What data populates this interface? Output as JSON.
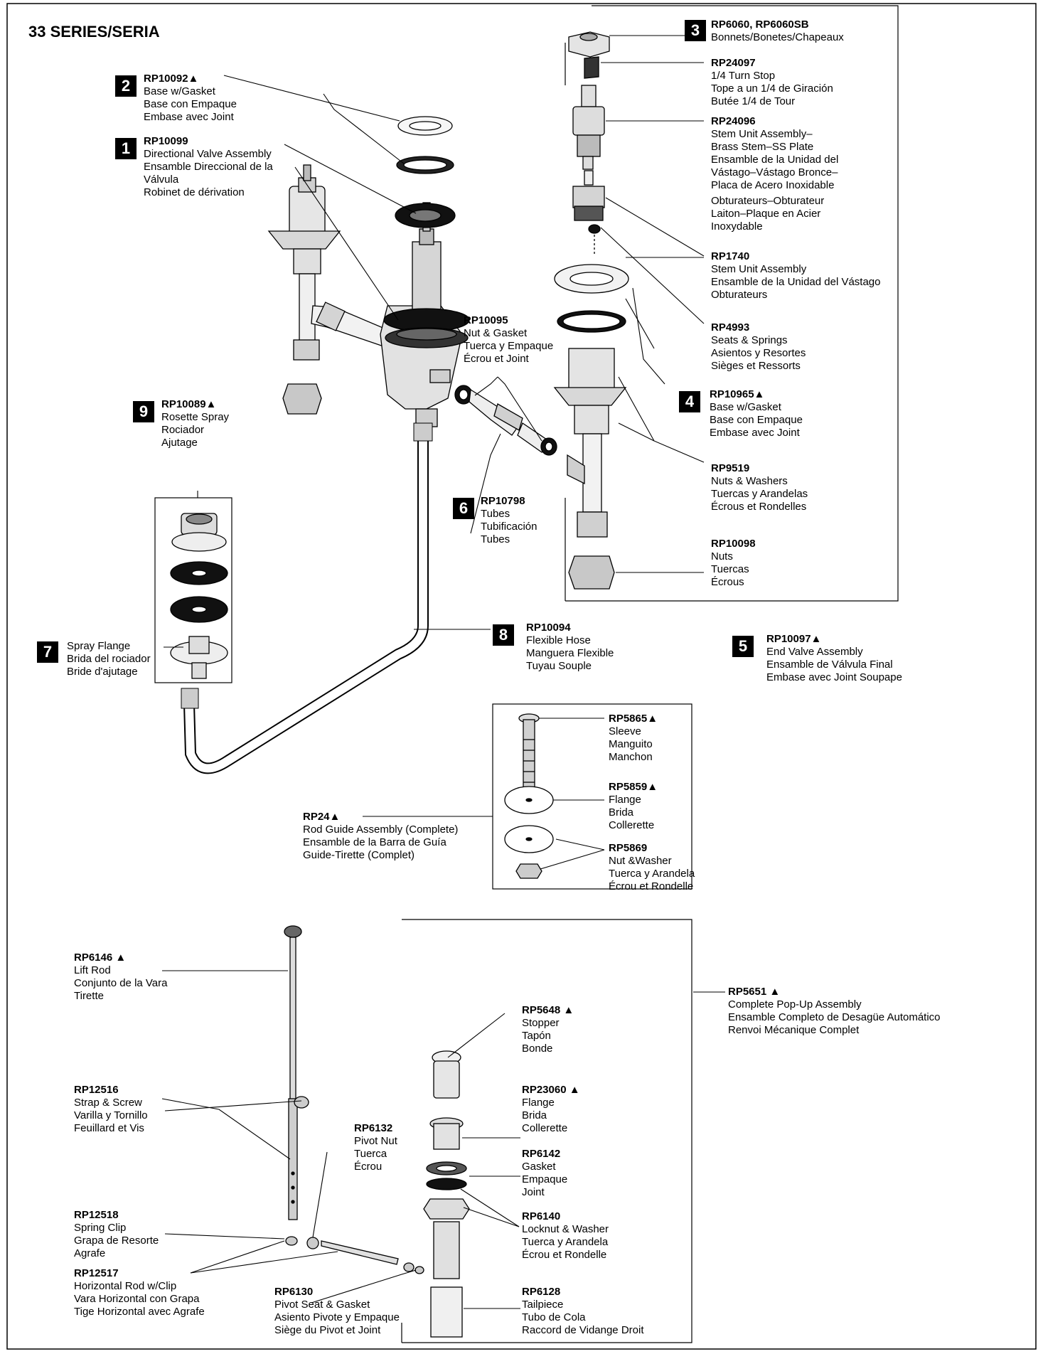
{
  "title": "33 SERIES/SERIA",
  "parts": [
    {
      "id": "p3",
      "num": "3",
      "pn": "RP6060, RP6060SB",
      "lines": [
        "Bonnets/Bonetes/Chapeaux"
      ]
    },
    {
      "id": "p24097",
      "num": "",
      "pn": "RP24097",
      "lines": [
        "1/4 Turn Stop",
        "Tope a un 1/4 de Giración",
        "Butée 1/4 de Tour"
      ]
    },
    {
      "id": "p24096",
      "num": "",
      "pn": "RP24096",
      "lines": [
        "Stem Unit Assembly–",
        "Brass Stem–SS Plate",
        "Ensamble de la Unidad del",
        "Vástago–Vástago Bronce–",
        "Placa de Acero Inoxidable",
        "Obturateurs–Obturateur",
        "Laiton–Plaque en Acier",
        "Inoxydable"
      ]
    },
    {
      "id": "p1740",
      "num": "",
      "pn": "RP1740",
      "lines": [
        "Stem Unit Assembly",
        "Ensamble de la Unidad del Vástago",
        "Obturateurs"
      ]
    },
    {
      "id": "p4993",
      "num": "",
      "pn": "RP4993",
      "lines": [
        "Seats & Springs",
        "Asientos y Resortes",
        "Sièges et Ressorts"
      ]
    },
    {
      "id": "p2",
      "num": "2",
      "pn": "RP10092▲",
      "lines": [
        "Base w/Gasket",
        "Base con Empaque",
        "Embase avec Joint"
      ]
    },
    {
      "id": "p1",
      "num": "1",
      "pn": "RP10099",
      "lines": [
        "Directional Valve Assembly",
        "Ensamble Direccional de la",
        "Válvula",
        "Robinet de dérivation"
      ]
    },
    {
      "id": "p10095",
      "num": "",
      "pn": "RP10095",
      "lines": [
        "Nut & Gasket",
        "Tuerca y Empaque",
        "Écrou et Joint"
      ]
    },
    {
      "id": "p4",
      "num": "4",
      "pn": "RP10965▲",
      "lines": [
        "Base w/Gasket",
        "Base con Empaque",
        "Embase avec Joint"
      ]
    },
    {
      "id": "p9519",
      "num": "",
      "pn": "RP9519",
      "lines": [
        "Nuts & Washers",
        "Tuercas y Arandelas",
        "Écrous et Rondelles"
      ]
    },
    {
      "id": "p9",
      "num": "9",
      "pn": "RP10089▲",
      "lines": [
        "Rosette Spray",
        "Rociador",
        "Ajutage"
      ]
    },
    {
      "id": "p6",
      "num": "6",
      "pn": "RP10798",
      "lines": [
        "Tubes",
        "Tubificación",
        "Tubes"
      ]
    },
    {
      "id": "p10098",
      "num": "",
      "pn": "RP10098",
      "lines": [
        "Nuts",
        "Tuercas",
        "Écrous"
      ]
    },
    {
      "id": "p5",
      "num": "5",
      "pn": "RP10097▲",
      "lines": [
        "End Valve Assembly",
        "Ensamble de Válvula Final",
        "Embase avec Joint Soupape"
      ]
    },
    {
      "id": "p8",
      "num": "8",
      "pn": "RP10094",
      "lines": [
        "Flexible Hose",
        "Manguera Flexible",
        "Tuyau Souple"
      ]
    },
    {
      "id": "p7",
      "num": "7",
      "pn": "",
      "lines": [
        "Spray Flange",
        "Brida del rociador",
        "Bride d'ajutage"
      ]
    },
    {
      "id": "p5865",
      "num": "",
      "pn": "RP5865▲",
      "lines": [
        "Sleeve",
        "Manguito",
        "Manchon"
      ]
    },
    {
      "id": "p5859",
      "num": "",
      "pn": "RP5859▲",
      "lines": [
        "Flange",
        "Brida",
        "Collerette"
      ]
    },
    {
      "id": "p24",
      "num": "",
      "pn": "RP24▲",
      "lines": [
        "Rod Guide Assembly (Complete)",
        "Ensamble de la Barra de Guía",
        "Guide-Tirette (Complet)"
      ]
    },
    {
      "id": "p5869",
      "num": "",
      "pn": "RP5869",
      "lines": [
        "Nut &Washer",
        "Tuerca y Arandela",
        "Écrou et Rondelle"
      ]
    },
    {
      "id": "p6146",
      "num": "",
      "pn": "RP6146 ▲",
      "lines": [
        "Lift Rod",
        "Conjunto de la Vara",
        "Tirette"
      ]
    },
    {
      "id": "p5651",
      "num": "",
      "pn": "RP5651 ▲",
      "lines": [
        "Complete Pop-Up Assembly",
        "Ensamble Completo de Desagüe Automático",
        "Renvoi Mécanique Complet"
      ]
    },
    {
      "id": "p5648",
      "num": "",
      "pn": "RP5648 ▲",
      "lines": [
        "Stopper",
        "Tapón",
        "Bonde"
      ]
    },
    {
      "id": "p12516",
      "num": "",
      "pn": "RP12516",
      "lines": [
        "Strap & Screw",
        "Varilla y Tornillo",
        "Feuillard et Vis"
      ]
    },
    {
      "id": "p23060",
      "num": "",
      "pn": "RP23060 ▲",
      "lines": [
        "Flange",
        "Brida",
        "Collerette"
      ]
    },
    {
      "id": "p6132",
      "num": "",
      "pn": "RP6132",
      "lines": [
        "Pivot Nut",
        "Tuerca",
        "Écrou"
      ]
    },
    {
      "id": "p6142",
      "num": "",
      "pn": "RP6142",
      "lines": [
        "Gasket",
        "Empaque",
        "Joint"
      ]
    },
    {
      "id": "p12518",
      "num": "",
      "pn": "RP12518",
      "lines": [
        "Spring Clip",
        "Grapa de Resorte",
        "Agrafe"
      ]
    },
    {
      "id": "p6140",
      "num": "",
      "pn": "RP6140",
      "lines": [
        "Locknut & Washer",
        "Tuerca y Arandela",
        "Écrou et Rondelle"
      ]
    },
    {
      "id": "p12517",
      "num": "",
      "pn": "RP12517",
      "lines": [
        "Horizontal Rod w/Clip",
        "Vara Horizontal con Grapa",
        "Tige Horizontal avec Agrafe"
      ]
    },
    {
      "id": "p6130",
      "num": "",
      "pn": "RP6130",
      "lines": [
        "Pivot Seat & Gasket",
        "Asiento Pivote y Empaque",
        "Siège du Pivot et Joint"
      ]
    },
    {
      "id": "p6128",
      "num": "",
      "pn": "RP6128",
      "lines": [
        "Tailpiece",
        "Tubo de Cola",
        "Raccord de Vidange Droit"
      ]
    }
  ]
}
